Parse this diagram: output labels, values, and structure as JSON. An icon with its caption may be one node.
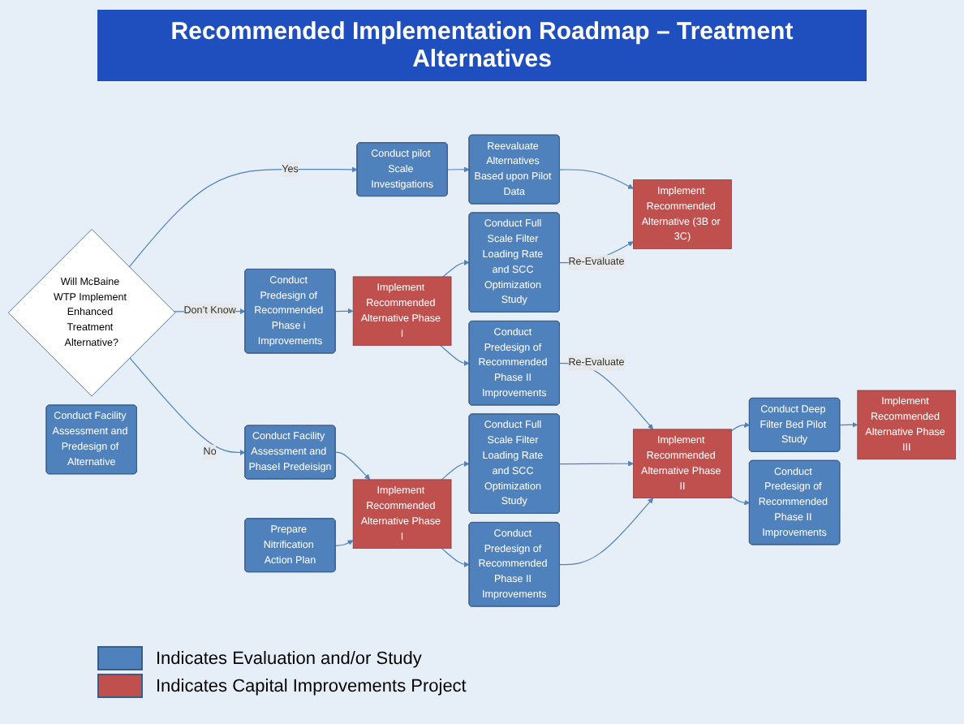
{
  "diagram": {
    "title": "Recommended Implementation Roadmap – Treatment Alternatives",
    "nodes": [
      {
        "text": [
          "Will McBaine WTP Implement Enhanced Treatment Alternative?"
        ]
      },
      {
        "text": [
          "Conduct pilot Scale Investigations"
        ]
      },
      {
        "text": [
          "Reevaluate Alternatives Based upon Pilot Data"
        ]
      },
      {
        "text": [
          "Conduct Facility Assessment and Predesign of Alternative"
        ]
      },
      {
        "text": [
          "Implement Recommended Alternative (3B or 3C)"
        ]
      },
      {
        "text": [
          "Conduct Predesign of Recommended Phase i Improvements"
        ]
      },
      {
        "text": [
          "Implement Recommended Alternative Phase I"
        ]
      },
      {
        "text": [
          "Conduct Full Scale Filter Loading Rate and SCC Optimization Study"
        ]
      },
      {
        "text": [
          "Conduct Predesign of Recommended Phase II Improvements"
        ]
      },
      {
        "text": [
          "Implement Recommended Alternative Phase III"
        ]
      },
      {
        "text": [
          "Conduct Facility Assessment and PhaseI Predeisign"
        ]
      },
      {
        "text": [
          "Prepare Nitrification Action Plan"
        ]
      },
      {
        "text": [
          "Implement Recommended Alternative Phase I"
        ]
      },
      {
        "text": [
          "Conduct Full Scale Filter Loading Rate and SCC Optimization Study"
        ]
      },
      {
        "text": [
          "Conduct Predesign of Recommended Phase II Improvements"
        ]
      },
      {
        "text": [
          "Implement Recommended Alternative Phase II"
        ]
      },
      {
        "text": [
          "Conduct Deep Filter Bed Pilot Study"
        ]
      },
      {
        "text": [
          "Conduct Predesign of Recommended Phase II Improvements"
        ]
      }
    ],
    "edges": [
      {
        "from": 0,
        "to": 1,
        "arrow": "to",
        "label": "Yes"
      },
      {
        "from": 1,
        "to": 2,
        "arrow": "to"
      },
      {
        "from": 2,
        "to": 4,
        "arrow": "to"
      },
      {
        "from": 0,
        "to": 5,
        "arrow": "to",
        "label": "Don’t Know"
      },
      {
        "from": 5,
        "to": 6,
        "arrow": "to"
      },
      {
        "from": 6,
        "to": 7,
        "arrow": "to"
      },
      {
        "from": 6,
        "to": 8,
        "arrow": "to"
      },
      {
        "from": 7,
        "to": 4,
        "arrow": "to",
        "label": "Re-Evaluate"
      },
      {
        "from": 8,
        "to": 15,
        "arrow": "to",
        "label": "Re-Evaluate"
      },
      {
        "from": 0,
        "to": 10,
        "arrow": "to",
        "label": "No"
      },
      {
        "from": 10,
        "to": 12,
        "arrow": "to"
      },
      {
        "from": 11,
        "to": 12,
        "arrow": "to"
      },
      {
        "from": 12,
        "to": 13,
        "arrow": "to"
      },
      {
        "from": 12,
        "to": 14,
        "arrow": "to"
      },
      {
        "from": 13,
        "to": 15,
        "arrow": "to"
      },
      {
        "from": 14,
        "to": 15,
        "arrow": "to"
      },
      {
        "from": 15,
        "to": 16,
        "arrow": "to"
      },
      {
        "from": 15,
        "to": 17,
        "arrow": "to"
      },
      {
        "from": 16,
        "to": 9,
        "arrow": "to"
      }
    ],
    "legend": [
      {
        "text": "Indicates Evaluation and/or Study",
        "color": "#4f81bd"
      },
      {
        "text": "Indicates Capital Improvements Project",
        "color": "#c0504d"
      }
    ]
  }
}
